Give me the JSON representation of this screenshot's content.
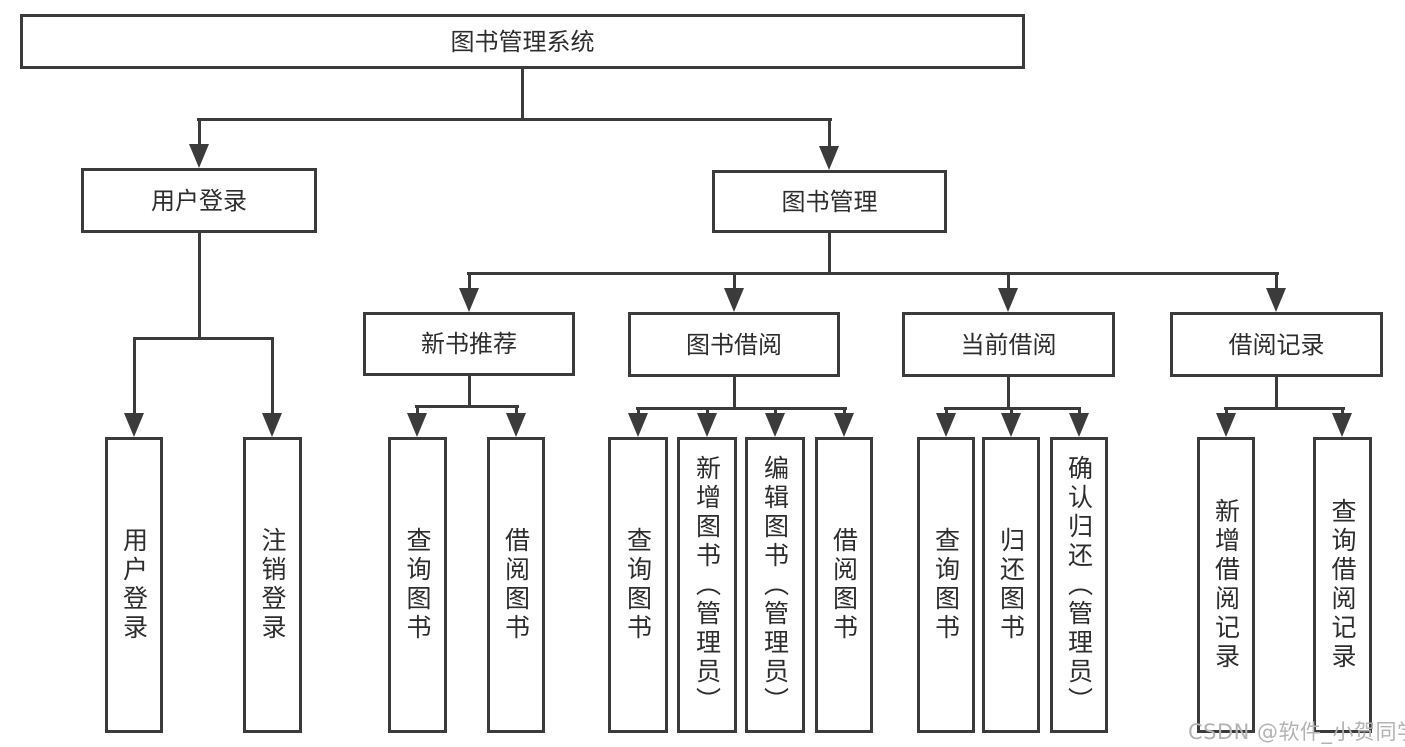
{
  "diagram": {
    "title": "图书管理系统",
    "type": "hierarchy-tree"
  },
  "nodes": {
    "root": {
      "label": "图书管理系统"
    },
    "user_login": {
      "label": "用户登录"
    },
    "book_management": {
      "label": "图书管理"
    },
    "new_book_recommend": {
      "label": "新书推荐"
    },
    "book_borrow": {
      "label": "图书借阅"
    },
    "current_borrow": {
      "label": "当前借阅"
    },
    "borrow_record": {
      "label": "借阅记录"
    },
    "leaf_user_login": {
      "label": "用户登录"
    },
    "leaf_logout": {
      "label": "注销登录"
    },
    "leaf_query_book_1": {
      "label": "查询图书"
    },
    "leaf_borrow_book_1": {
      "label": "借阅图书"
    },
    "leaf_query_book_2": {
      "label": "查询图书"
    },
    "leaf_add_book_admin": {
      "label": "新增图书（管理员）"
    },
    "leaf_edit_book_admin": {
      "label": "编辑图书（管理员）"
    },
    "leaf_borrow_book_2": {
      "label": "借阅图书"
    },
    "leaf_query_book_3": {
      "label": "查询图书"
    },
    "leaf_return_book": {
      "label": "归还图书"
    },
    "leaf_confirm_return_admin": {
      "label": "确认归还（管理员）"
    },
    "leaf_add_borrow_record": {
      "label": "新增借阅记录"
    },
    "leaf_query_borrow_record": {
      "label": "查询借阅记录"
    }
  },
  "watermark": {
    "text": "CSDN @软件_小贺同学"
  },
  "colors": {
    "line": "#3b3b3b",
    "text": "#2d2d2d",
    "background": "#ffffff",
    "watermark": "#b3b3b3"
  }
}
